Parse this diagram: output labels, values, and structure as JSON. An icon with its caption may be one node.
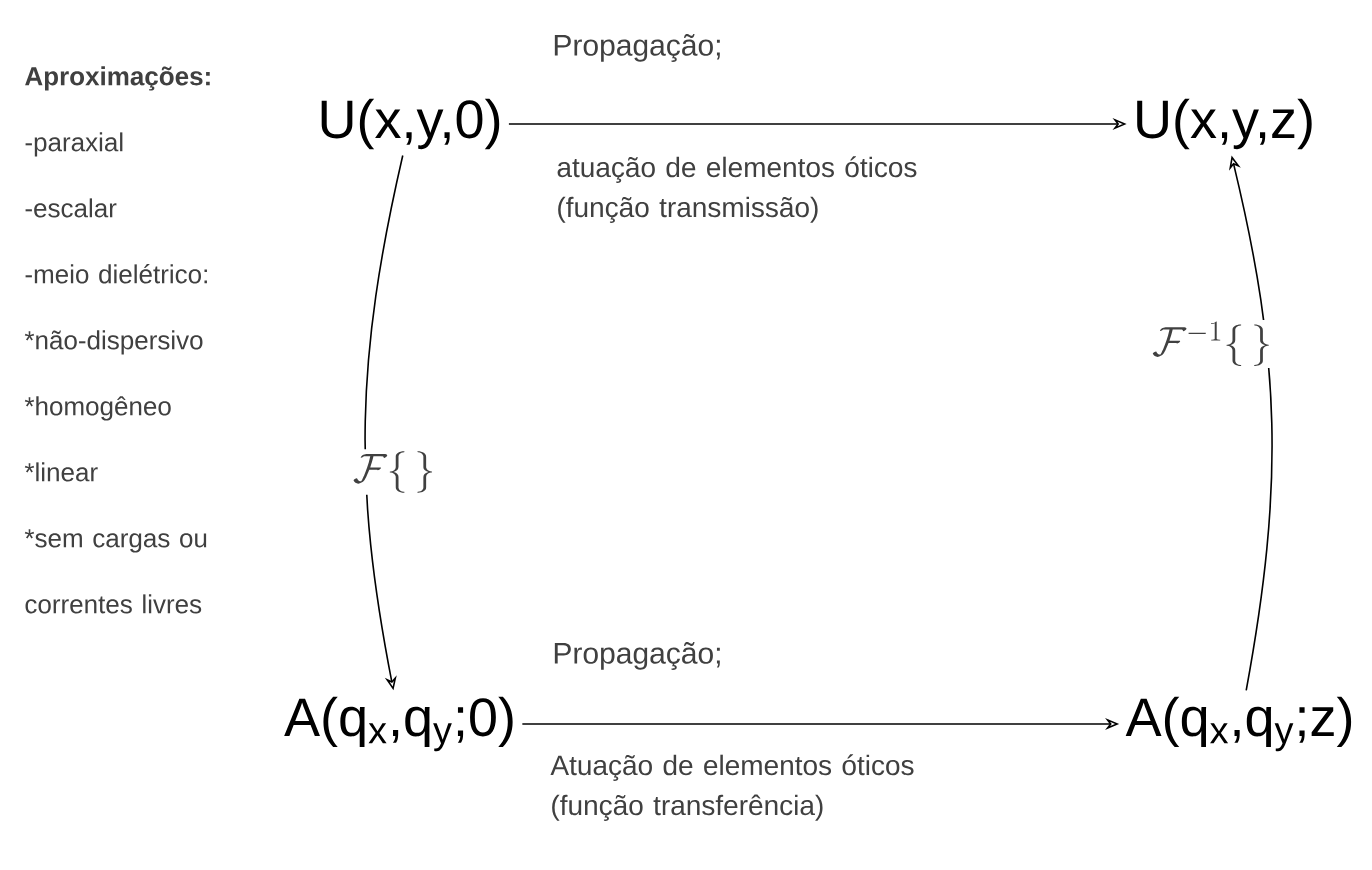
{
  "diagram": {
    "nodes": [
      {
        "text": [
          "U(x,y,0)"
        ]
      },
      {
        "text": [
          "U(x,y,z)"
        ]
      },
      {
        "text": [
          "A(q$_{x}$,q$_{y}$;0)"
        ]
      },
      {
        "text": [
          "A(q$_{x}$,q$_{y}$;z)"
        ]
      }
    ],
    "edges": [
      {
        "from": 0,
        "to": 1,
        "arrow": "to",
        "label": "Propagação;"
      },
      {
        "from": 2,
        "to": 3,
        "arrow": "to",
        "label": "Propagação;"
      },
      {
        "from": 0,
        "to": 2,
        "arrow": "to",
        "label": "\\mathcal{F}\\{\\,\\}"
      },
      {
        "from": 3,
        "to": 1,
        "arrow": "to",
        "label": "\\mathcal{F}^{-1}\\{\\,\\}"
      }
    ],
    "labels": [
      "Aproximações:",
      "-paraxial",
      "-escalar",
      "-meio dielétrico:",
      "*não-dispersivo",
      "*homogêneo",
      "*linear",
      "*sem cargas ou correntes livres",
      "atuação de elementos óticos (função transmissão)",
      "Atuação de elementos óticos (função transferência)"
    ]
  }
}
